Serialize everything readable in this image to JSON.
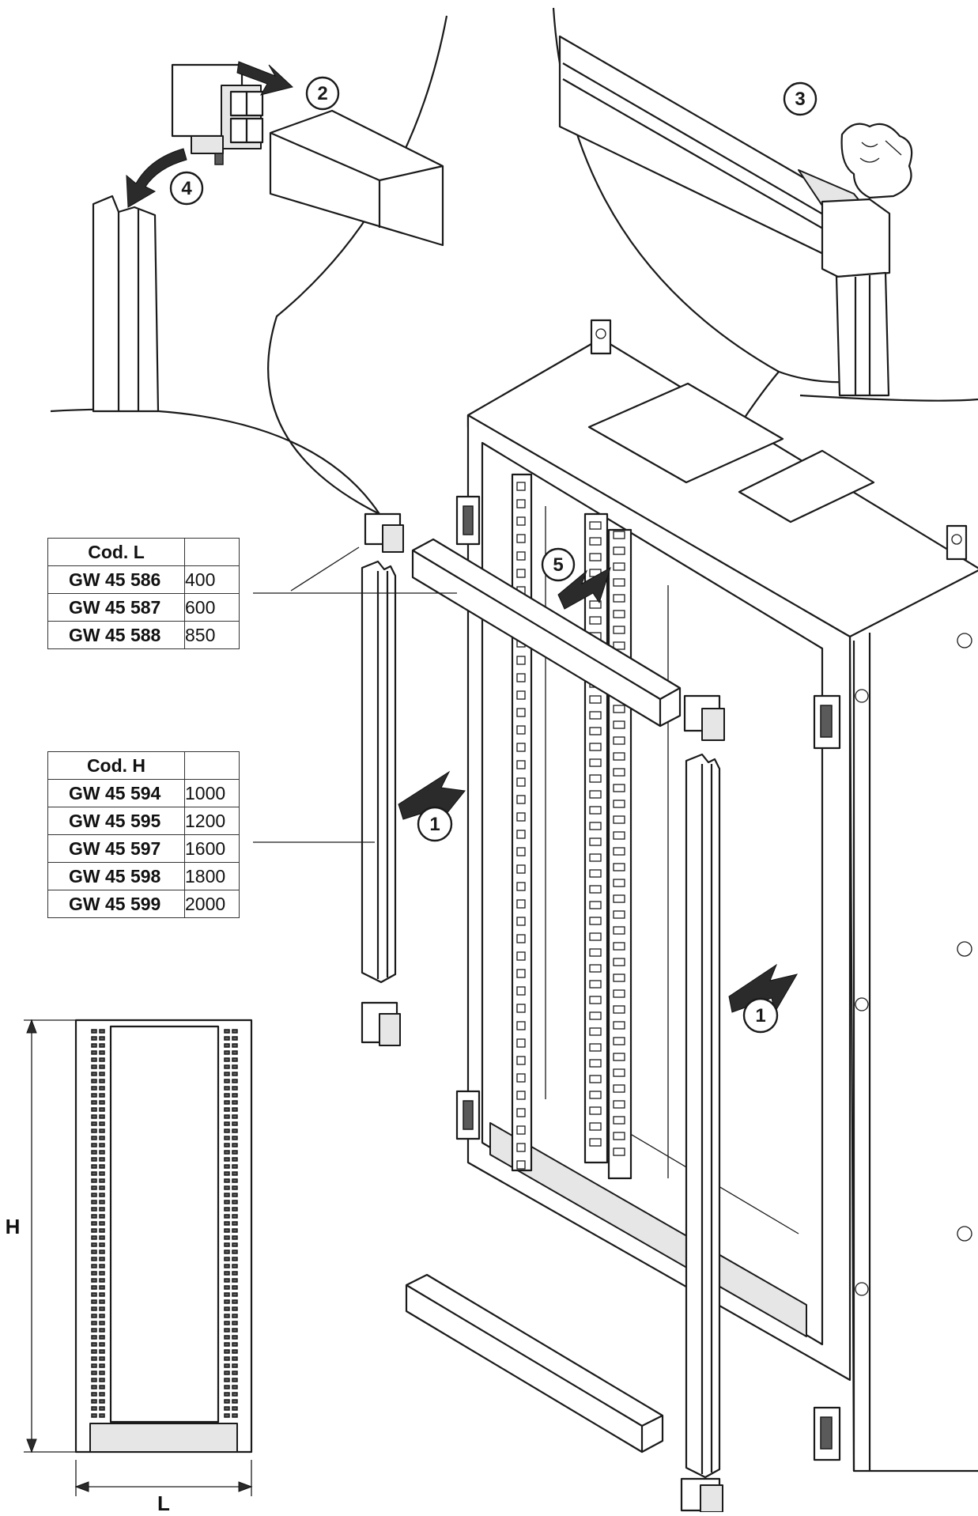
{
  "callouts": [
    "2",
    "4",
    "3",
    "5",
    "1",
    "1"
  ],
  "table_l": {
    "header": "Cod. L",
    "rows": [
      {
        "code": "GW 45 586",
        "value": "400"
      },
      {
        "code": "GW 45 587",
        "value": "600"
      },
      {
        "code": "GW 45 588",
        "value": "850"
      }
    ]
  },
  "table_h": {
    "header": "Cod. H",
    "rows": [
      {
        "code": "GW 45 594",
        "value": "1000"
      },
      {
        "code": "GW 45 595",
        "value": "1200"
      },
      {
        "code": "GW 45 597",
        "value": "1600"
      },
      {
        "code": "GW 45 598",
        "value": "1800"
      },
      {
        "code": "GW 45 599",
        "value": "2000"
      }
    ]
  },
  "dimensions": {
    "height": "H",
    "width": "L"
  },
  "icons": [
    "arrow-icon",
    "hand-icon"
  ]
}
